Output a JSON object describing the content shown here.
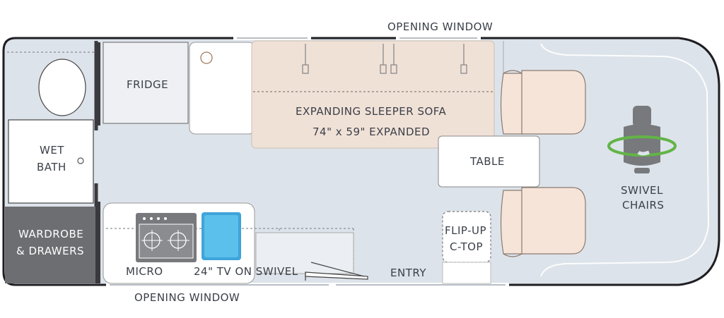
{
  "floorplan": {
    "window_top": "OPENING WINDOW",
    "window_bottom": "OPENING WINDOW",
    "fridge": "FRIDGE",
    "sofa_line1": "EXPANDING SLEEPER SOFA",
    "sofa_line2": "74\" x 59\" EXPANDED",
    "table": "TABLE",
    "swivel_line1": "SWIVEL",
    "swivel_line2": "CHAIRS",
    "wet_bath_line1": "WET",
    "wet_bath_line2": "BATH",
    "wardrobe_line1": "WARDROBE",
    "wardrobe_line2": "& DRAWERS",
    "micro": "MICRO",
    "tv": "24\" TV ON SWIVEL",
    "entry": "ENTRY",
    "flip_line1": "FLIP-UP",
    "flip_line2": "C-TOP"
  },
  "colors": {
    "floor": "#dde3ea",
    "wall": "#1e1e22",
    "sofa": "#f0e1d7",
    "seat": "#f6e4d8",
    "wardrobe": "#6d6e72",
    "swivel_ring": "#62b447",
    "tv_screen": "#5cc0ec"
  }
}
